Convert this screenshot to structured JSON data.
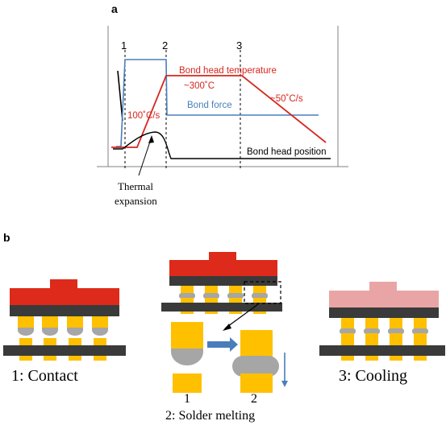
{
  "panel_a": {
    "label": "a",
    "markers": [
      "1",
      "2",
      "3"
    ],
    "curves": [
      {
        "name": "Bond head temperature",
        "color": "#d7261e"
      },
      {
        "name": "Bond force",
        "color": "#4a7ebb"
      },
      {
        "name": "Bond head position",
        "color": "#000000"
      }
    ],
    "annotations": {
      "peak_temp": "~300˚C",
      "heat_rate": "100˚C/s",
      "cool_rate": "~50˚C/s",
      "thermal_expansion_line1": "Thermal",
      "thermal_expansion_line2": "expansion"
    }
  },
  "panel_b": {
    "label": "b",
    "steps": [
      {
        "caption": "1: Contact"
      },
      {
        "caption": "2: Solder melting",
        "sub_labels": [
          "1",
          "2"
        ]
      },
      {
        "caption": "3: Cooling"
      }
    ]
  },
  "colors": {
    "heater_hot": "#dd2a1b",
    "heater_cool": "#e9a5a5",
    "substrate": "#3a3a3a",
    "pillar": "#ffc000",
    "solder": "#a6a6a6",
    "arrow_blue": "#4a7ebb"
  }
}
